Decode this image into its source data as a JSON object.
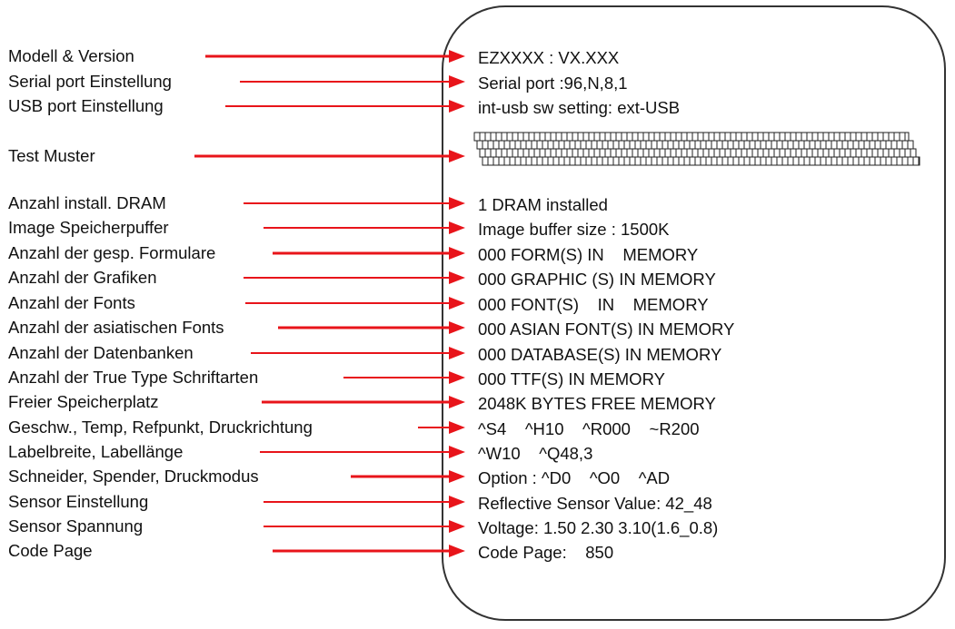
{
  "colors": {
    "arrow": "#e8141a",
    "text": "#111111",
    "card_border": "#333333"
  },
  "rows": [
    {
      "label": "Modell & Version",
      "value": "EZXXXX : VX.XXX"
    },
    {
      "label": "Serial port Einstellung",
      "value": "Serial port :96,N,8,1"
    },
    {
      "label": "USB port Einstellung",
      "value": "int-usb sw setting: ext-USB"
    },
    {
      "label": "Test Muster",
      "value": ""
    },
    {
      "label": "Anzahl install. DRAM",
      "value": "1 DRAM installed"
    },
    {
      "label": "Image Speicherpuffer",
      "value": "Image buffer size : 1500K"
    },
    {
      "label": "Anzahl der gesp. Formulare",
      "value": "000 FORM(S) IN    MEMORY"
    },
    {
      "label": "Anzahl der Grafiken",
      "value": "000 GRAPHIC (S) IN MEMORY"
    },
    {
      "label": "Anzahl der Fonts",
      "value": "000 FONT(S)    IN    MEMORY"
    },
    {
      "label": "Anzahl der asiatischen Fonts",
      "value": "000 ASIAN FONT(S) IN MEMORY"
    },
    {
      "label": "Anzahl der Datenbanken",
      "value": "000 DATABASE(S) IN MEMORY"
    },
    {
      "label": "Anzahl der True Type Schriftarten",
      "value": "000 TTF(S) IN MEMORY"
    },
    {
      "label": "Freier Speicherplatz",
      "value": "2048K BYTES FREE MEMORY"
    },
    {
      "label": "Geschw., Temp, Refpunkt, Druckrichtung",
      "value": "^S4    ^H10    ^R000    ~R200"
    },
    {
      "label": "Labelbreite, Labellänge",
      "value": "^W10    ^Q48,3"
    },
    {
      "label": "Schneider, Spender, Druckmodus",
      "value": "Option : ^D0    ^O0    ^AD"
    },
    {
      "label": "Sensor Einstellung",
      "value": "Reflective Sensor Value: 42_48"
    },
    {
      "label": "Sensor Spannung",
      "value": "Voltage: 1.50 2.30 3.10(1.6_0.8)"
    },
    {
      "label": "Code Page",
      "value": "Code Page:    850"
    }
  ]
}
